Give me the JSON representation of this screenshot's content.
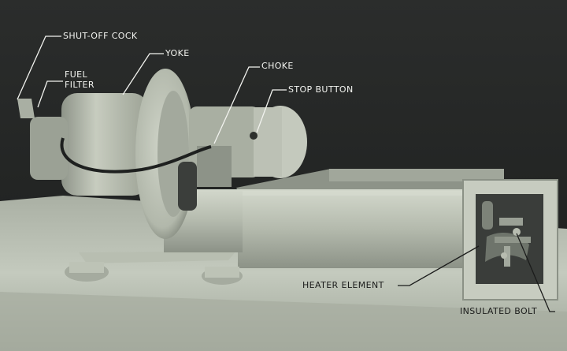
{
  "labels": {
    "shut_off_cock": "SHUT-OFF COCK",
    "yoke": "YOKE",
    "fuel_filter_line1": "FUEL",
    "fuel_filter_line2": "FILTER",
    "choke": "CHOKE",
    "stop_button": "STOP BUTTON",
    "heater_element": "HEATER ELEMENT",
    "insulated_bolt": "INSULATED BOLT"
  },
  "colors": {
    "backdrop": "#232524",
    "machine_body": "#b9bfb2",
    "table_cloth": "#c4cabe",
    "label_text": "#f2f3ef",
    "label_text_dark": "#1b1c1b"
  }
}
